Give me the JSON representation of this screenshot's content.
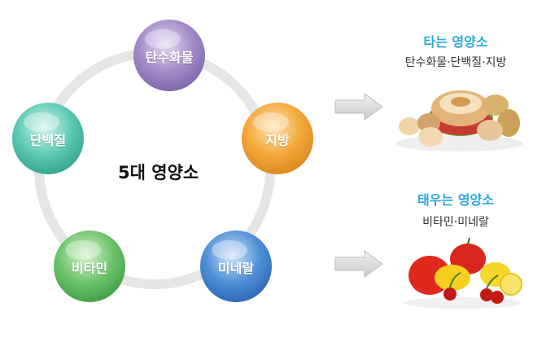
{
  "diagram": {
    "center": "5대 영양소",
    "nodes": [
      {
        "id": "carb",
        "label": "탄수화물",
        "color": "#a48ac8"
      },
      {
        "id": "fat",
        "label": "지방",
        "color": "#f3a83a"
      },
      {
        "id": "mineral",
        "label": "미네랄",
        "color": "#4f8fd6"
      },
      {
        "id": "vitamin",
        "label": "비타민",
        "color": "#6cc46a"
      },
      {
        "id": "protein",
        "label": "단백질",
        "color": "#5cc9b5"
      }
    ]
  },
  "groups": {
    "burning": {
      "title": "타는 영양소",
      "subtitle": "탄수화물·단백질·지방",
      "title_color": "#2aa7d9"
    },
    "nonburning": {
      "title": "태우는 영양소",
      "subtitle": "비타민·미네랄",
      "title_color": "#2aa7d9"
    }
  },
  "colors": {
    "ring": "#e5e5e5",
    "arrow": "#d6d6d6"
  },
  "icons": [
    "arrow-right-icon",
    "food-sandwich-eggs-icon",
    "food-fruits-icon"
  ]
}
